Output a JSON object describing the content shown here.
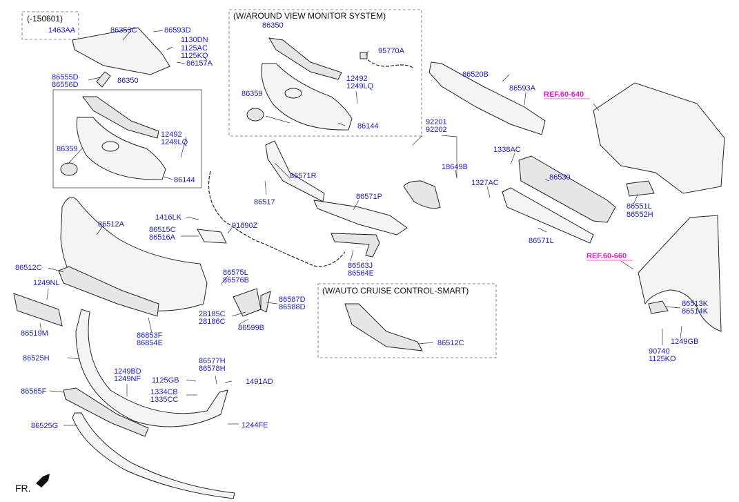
{
  "header_box": "(-150601)",
  "boxes": {
    "around_view": "(W/AROUND VIEW MONITOR SYSTEM)",
    "auto_cruise": "(W/AUTO CRUISE CONTROL-SMART)"
  },
  "refs": [
    "REF.60-640",
    "REF.60-660"
  ],
  "orientation": "FR.",
  "parts": [
    "1463AA",
    "86353C",
    "86593D",
    "1130DN",
    "1125AC",
    "1125KQ",
    "86157A",
    "86555D",
    "86556D",
    "86350",
    "12492",
    "1249LQ",
    "86359",
    "86144",
    "86350",
    "95770A",
    "12492",
    "1249LQ",
    "86359",
    "86144",
    "86520B",
    "86593A",
    "92201",
    "92202",
    "1338AC",
    "18649B",
    "86530",
    "1327AC",
    "86571R",
    "86517",
    "86571P",
    "86551L",
    "86552H",
    "86571L",
    "1416LK",
    "86512A",
    "86515C",
    "86516A",
    "91890Z",
    "86563J",
    "86564E",
    "86512C",
    "1249NL",
    "86575L",
    "86576B",
    "86587D",
    "86588D",
    "28185C",
    "28186C",
    "86599B",
    "86519M",
    "86853F",
    "86854E",
    "86513K",
    "86514K",
    "1249GB",
    "90740",
    "1125KO",
    "86525H",
    "1249BD",
    "1249NF",
    "86577H",
    "86578H",
    "1125GB",
    "1491AD",
    "86565F",
    "1334CB",
    "1335CC",
    "86525G",
    "1244FE",
    "86512C"
  ]
}
